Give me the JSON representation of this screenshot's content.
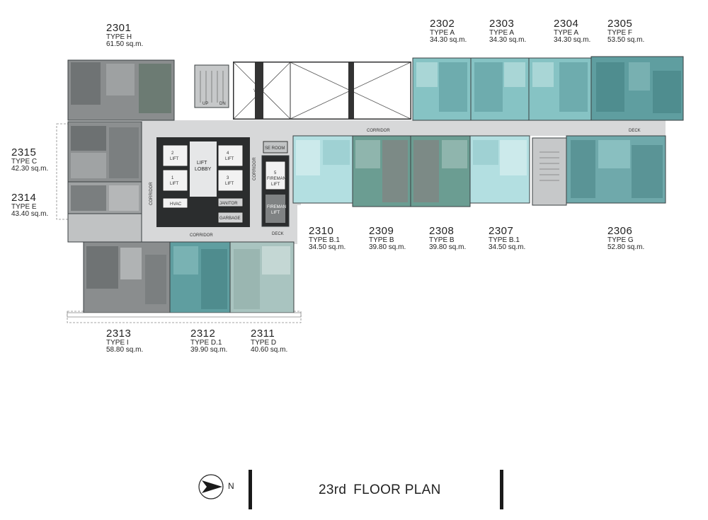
{
  "units": [
    {
      "id": "2301",
      "type": "TYPE H",
      "area": "61.50 sq.m."
    },
    {
      "id": "2302",
      "type": "TYPE A",
      "area": "34.30 sq.m."
    },
    {
      "id": "2303",
      "type": "TYPE A",
      "area": "34.30 sq.m."
    },
    {
      "id": "2304",
      "type": "TYPE A",
      "area": "34.30 sq.m."
    },
    {
      "id": "2305",
      "type": "TYPE F",
      "area": "53.50 sq.m."
    },
    {
      "id": "2306",
      "type": "TYPE G",
      "area": "52.80 sq.m."
    },
    {
      "id": "2307",
      "type": "TYPE B.1",
      "area": "34.50 sq.m."
    },
    {
      "id": "2308",
      "type": "TYPE B",
      "area": "39.80 sq.m."
    },
    {
      "id": "2309",
      "type": "TYPE B",
      "area": "39.80 sq.m."
    },
    {
      "id": "2310",
      "type": "TYPE B.1",
      "area": "34.50 sq.m."
    },
    {
      "id": "2311",
      "type": "TYPE D",
      "area": "40.60 sq.m."
    },
    {
      "id": "2312",
      "type": "TYPE D.1",
      "area": "39.90 sq.m."
    },
    {
      "id": "2313",
      "type": "TYPE I",
      "area": "58.80 sq.m."
    },
    {
      "id": "2314",
      "type": "TYPE E",
      "area": "43.40 sq.m."
    },
    {
      "id": "2315",
      "type": "TYPE C",
      "area": "42.30 sq.m."
    }
  ],
  "plan_labels": {
    "corridor": "CORRIDOR",
    "lift_lobby_1": "LIFT",
    "lift_lobby_2": "LOBBY",
    "lift_1": "1",
    "lift_2": "2",
    "lift_3": "3",
    "lift_4": "4",
    "lift_word": "LIFT",
    "lift_5": "5",
    "fireman_lift": "FIREMAN",
    "fireman_lift_2": "LIFT",
    "janitor": "JANITOR",
    "garbage": "GARBAGE",
    "service_room": "SE ROOM",
    "hvac": "HVAC",
    "deck": "DECK",
    "void": "VOID",
    "up": "UP",
    "dn": "DN"
  },
  "footer": {
    "floor": "23rd",
    "title": "FLOOR PLAN",
    "north": "N"
  },
  "colors": {
    "teal_light": "#b5dfe0",
    "teal_mid": "#7fb8bb",
    "teal_dark": "#5f9ea0",
    "gray_dark": "#7a7d7e",
    "gray_mid": "#9a9c9d",
    "gray_light": "#c9cbcc",
    "corridor": "#d7d8d9"
  }
}
